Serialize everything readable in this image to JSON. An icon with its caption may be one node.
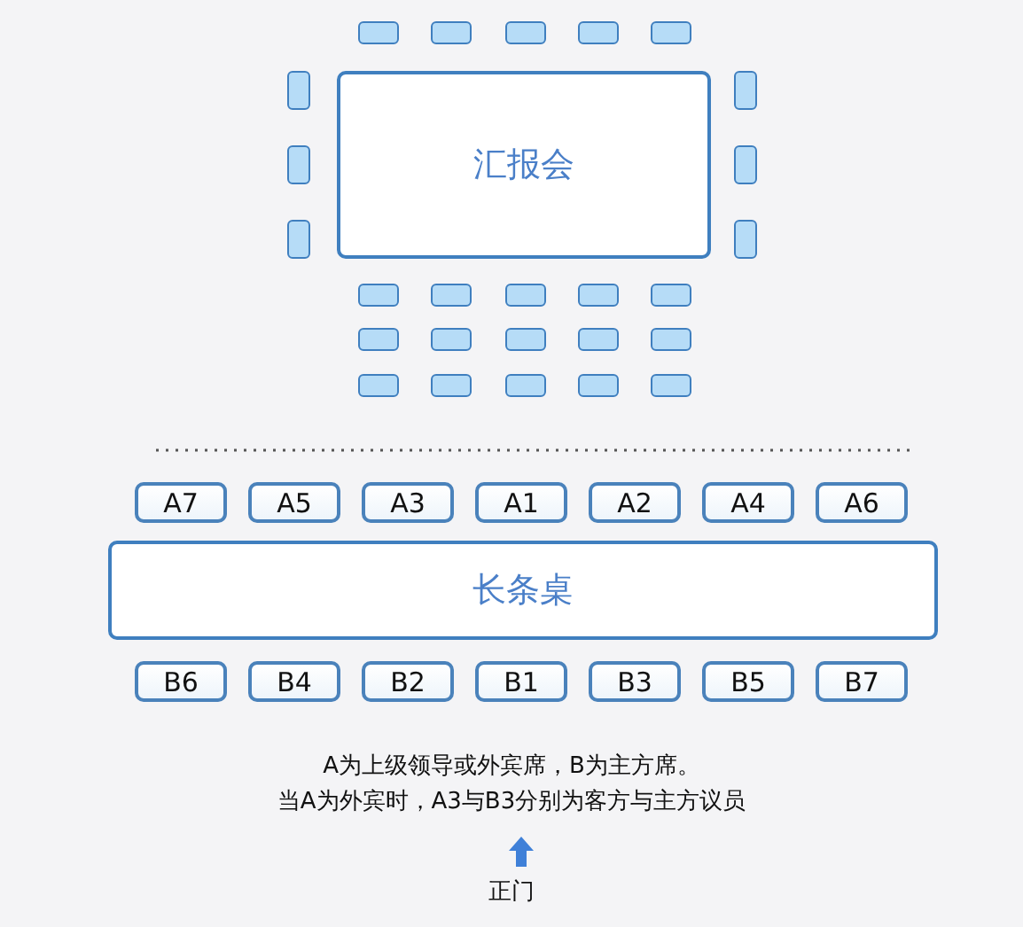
{
  "diagram": {
    "nodes": [
      {
        "text": [],
        "shape": "box"
      },
      {
        "text": [],
        "shape": "box"
      },
      {
        "text": [],
        "shape": "box"
      },
      {
        "text": [],
        "shape": "box"
      },
      {
        "text": [],
        "shape": "box"
      },
      {
        "text": [
          "汇报会"
        ]
      },
      {
        "text": [],
        "shape": "box"
      },
      {
        "text": [],
        "shape": "box"
      },
      {
        "text": [],
        "shape": "box"
      },
      {
        "text": [],
        "shape": "box"
      },
      {
        "text": [],
        "shape": "box"
      },
      {
        "text": [],
        "shape": "box"
      },
      {
        "text": [],
        "shape": "box"
      },
      {
        "text": [],
        "shape": "box"
      },
      {
        "text": [],
        "shape": "box"
      },
      {
        "text": [],
        "shape": "box"
      },
      {
        "text": [],
        "shape": "box"
      },
      {
        "text": [],
        "shape": "box"
      },
      {
        "text": [],
        "shape": "box"
      },
      {
        "text": [],
        "shape": "box"
      },
      {
        "text": [],
        "shape": "box"
      },
      {
        "text": [],
        "shape": "box"
      },
      {
        "text": [],
        "shape": "box"
      },
      {
        "text": [],
        "shape": "box"
      },
      {
        "text": [],
        "shape": "box"
      },
      {
        "text": [],
        "shape": "box"
      },
      {
        "text": [],
        "shape": "box"
      },
      {
        "text": [
          "A7"
        ]
      },
      {
        "text": [
          "A5"
        ]
      },
      {
        "text": [
          "A3"
        ]
      },
      {
        "text": [
          "A1"
        ]
      },
      {
        "text": [
          "A2"
        ]
      },
      {
        "text": [
          "A4"
        ]
      },
      {
        "text": [
          "A6"
        ]
      },
      {
        "text": [
          "长条桌"
        ]
      },
      {
        "text": [
          "B6"
        ]
      },
      {
        "text": [
          "B4"
        ]
      },
      {
        "text": [
          "B2"
        ]
      },
      {
        "text": [
          "B1"
        ]
      },
      {
        "text": [
          "B3"
        ]
      },
      {
        "text": [
          "B5"
        ]
      },
      {
        "text": [
          "B7"
        ]
      }
    ],
    "labels": [
      "A为上级领导或外宾席，B为主方席。",
      "当A为外宾时，A3与B3分别为客方与主方议员",
      "正门"
    ]
  }
}
